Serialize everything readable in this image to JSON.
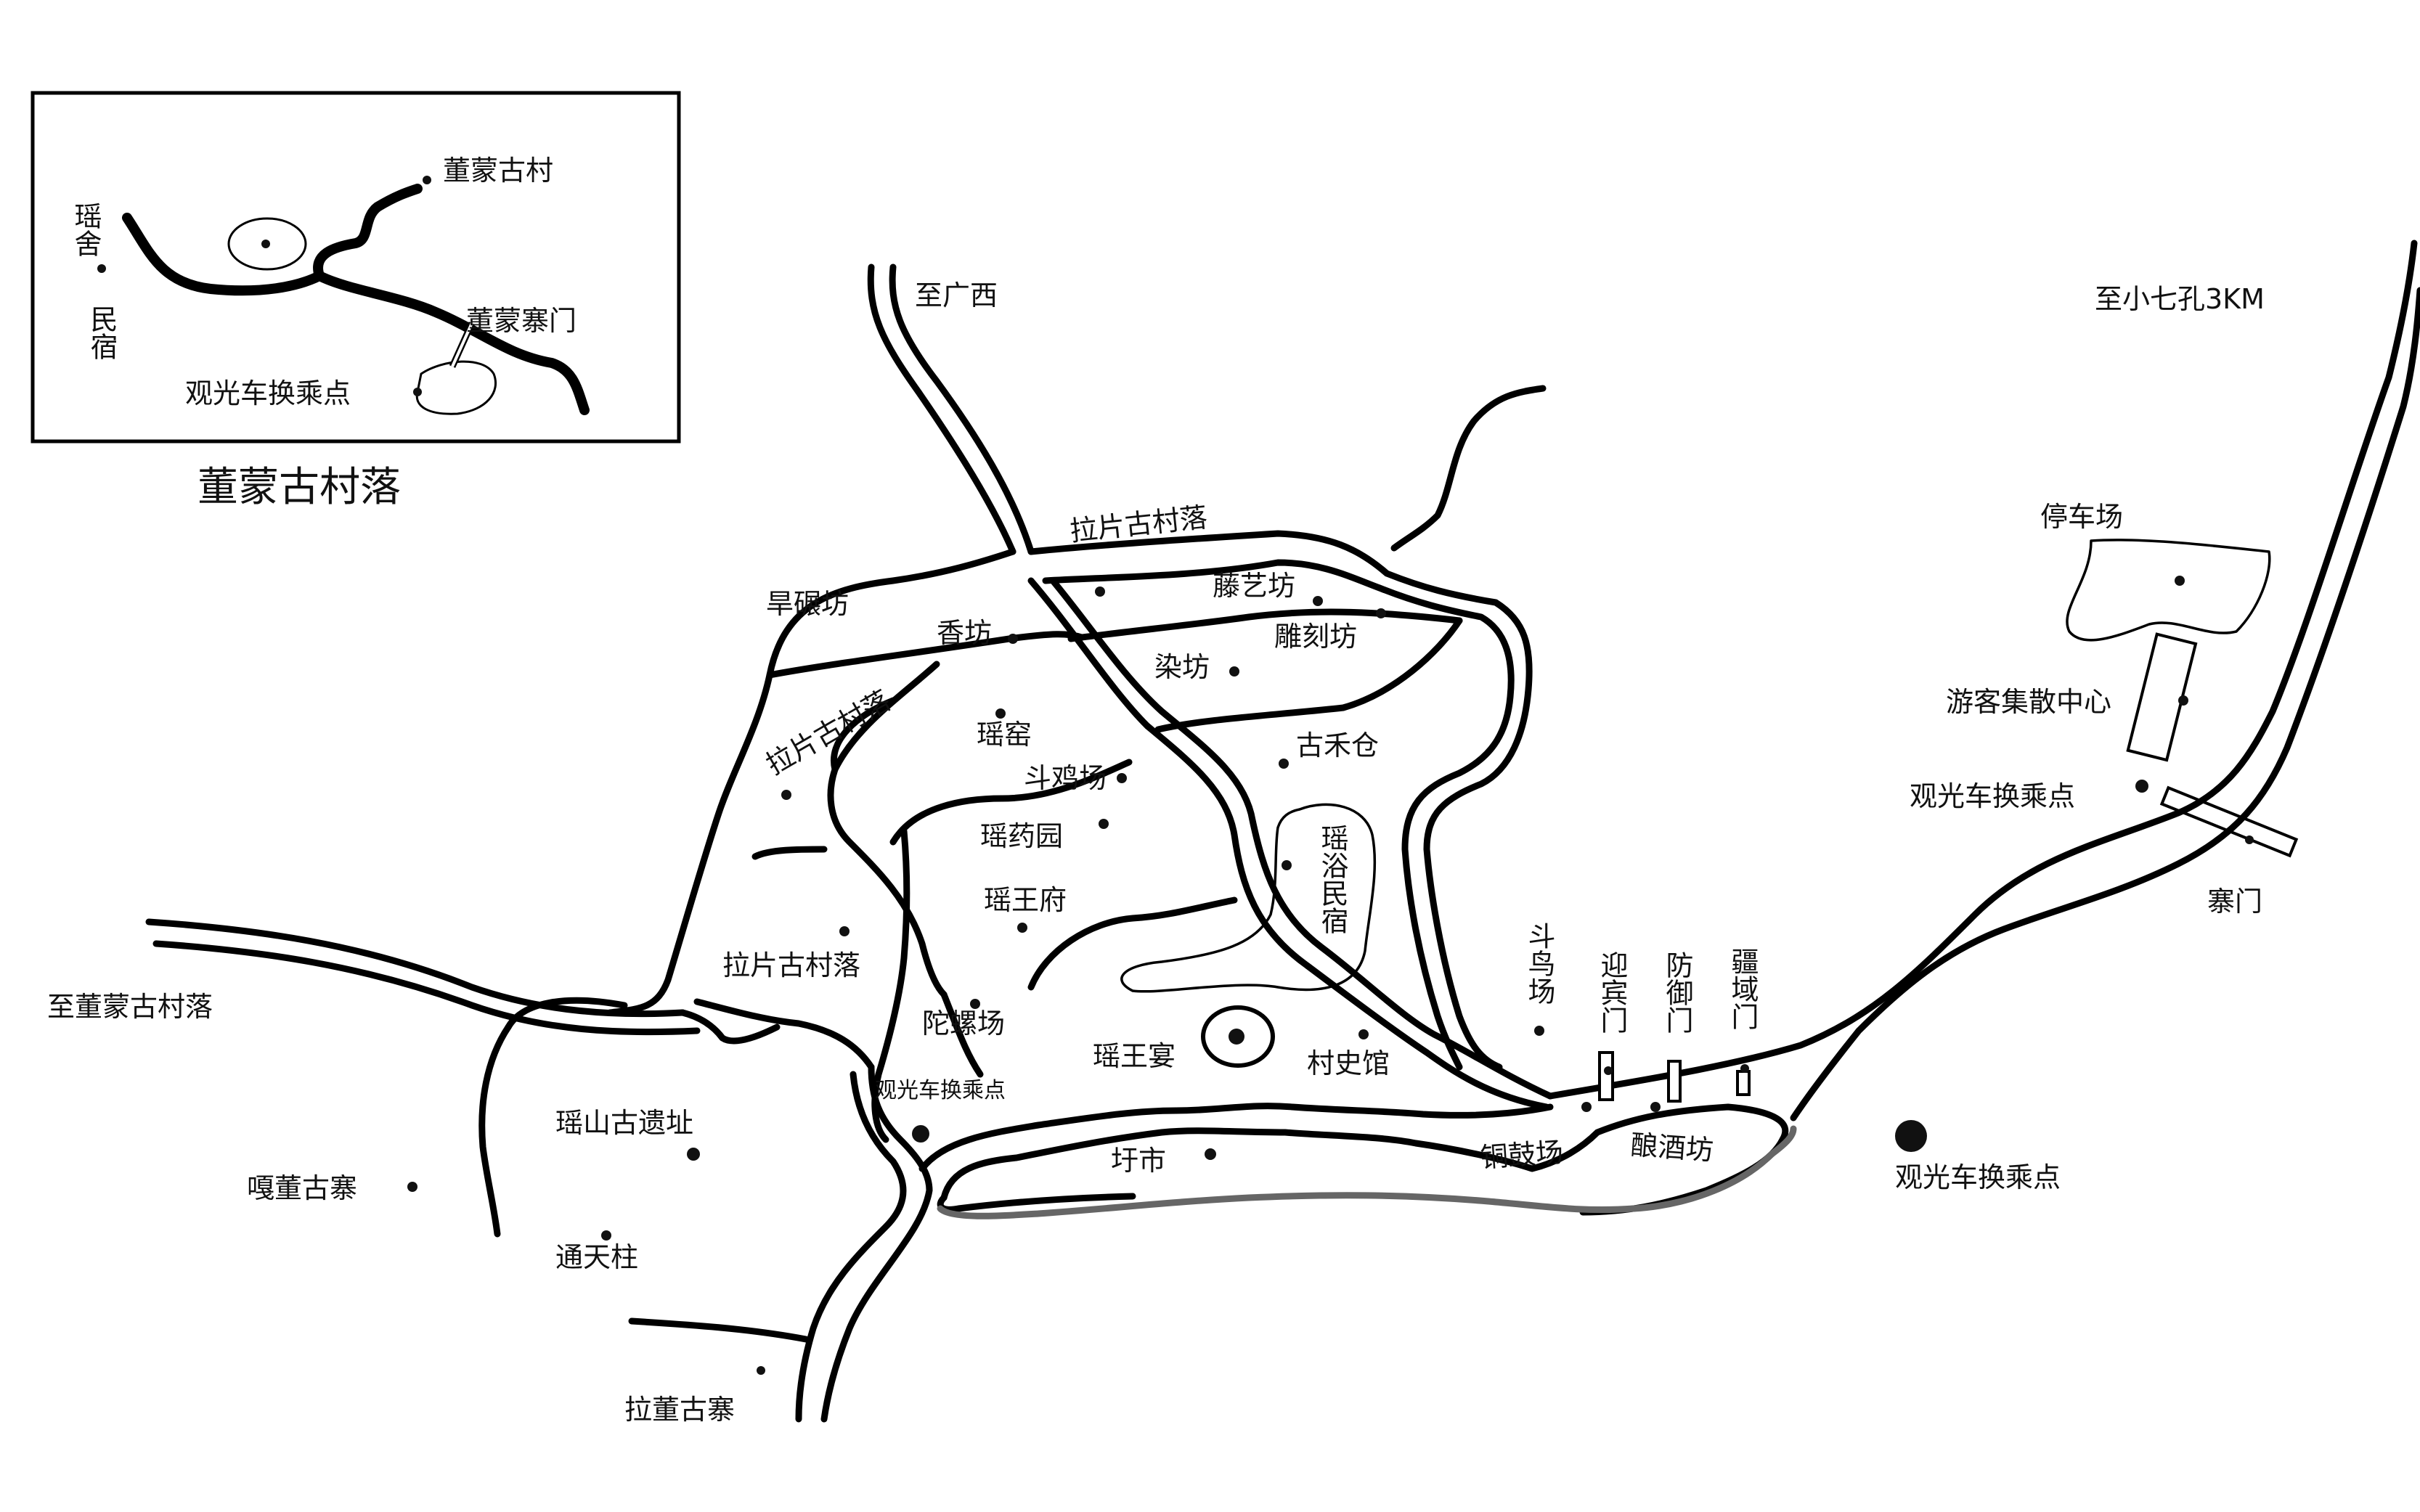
{
  "inset": {
    "village": "董蒙古村",
    "gate": "董蒙寨门",
    "shuttle": "观光车换乘点",
    "yaoshe": "瑶舍",
    "minsu": "民宿",
    "caption": "董蒙古村落"
  },
  "roads": {
    "to_guangxi": "至广西",
    "to_xiaoqikong": "至小七孔3KM",
    "to_dongmeng": "至董蒙古村落"
  },
  "places": {
    "lapian_top": "拉片古村落",
    "lapian_left": "拉片古村落",
    "lapian_mid": "拉片古村落",
    "hanniangfang": "旱碾坊",
    "xiangfang": "香坊",
    "tengyifang": "藤艺坊",
    "diaokefang": "雕刻坊",
    "ranfang": "染坊",
    "yaoyao": "瑶窑",
    "gumucang": "古禾仓",
    "doujichang": "斗鸡场",
    "yaoyaoyuan": "瑶药园",
    "yaowangfu": "瑶王府",
    "yaoyu": "瑶浴民宿",
    "tuoluochang": "陀螺场",
    "yaowangyan": "瑶王宴",
    "cunshiguan": "村史馆",
    "shuttle_center": "观光车换乘点",
    "xushi": "圩市",
    "tonggu": "铜鼓场",
    "niangjiu": "酿酒坊",
    "douniao": "斗鸟场",
    "yingbin": "迎宾门",
    "fangyu": "防御门",
    "jiangyu": "疆域门",
    "tingchechang": "停车场",
    "youke": "游客集散中心",
    "shuttle_right": "观光车换乘点",
    "zhaimen": "寨门",
    "shuttle_big": "观光车换乘点",
    "yaoshan": "瑶山古遗址",
    "gadong": "嘎董古寨",
    "tongtian": "通天柱",
    "ladong": "拉董古寨"
  }
}
